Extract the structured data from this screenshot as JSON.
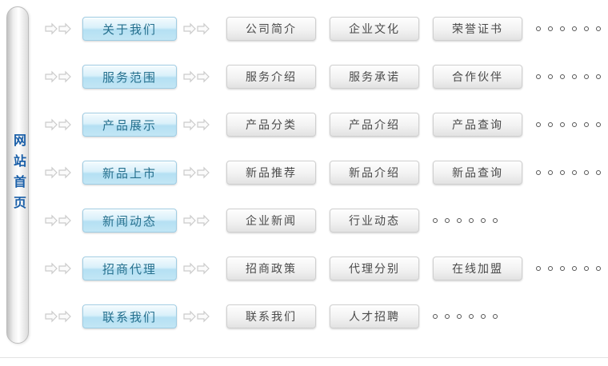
{
  "home": {
    "label": "网站首页"
  },
  "rows": [
    {
      "primary": "关于我们",
      "children": [
        "公司简介",
        "企业文化",
        "荣誉证书"
      ],
      "dots": "。。。。。。"
    },
    {
      "primary": "服务范围",
      "children": [
        "服务介绍",
        "服务承诺",
        "合作伙伴"
      ],
      "dots": "。。。。。。"
    },
    {
      "primary": "产品展示",
      "children": [
        "产品分类",
        "产品介绍",
        "产品查询"
      ],
      "dots": "。。。。。。"
    },
    {
      "primary": "新品上市",
      "children": [
        "新品推荐",
        "新品介绍",
        "新品查询"
      ],
      "dots": "。。。。。。"
    },
    {
      "primary": "新闻动态",
      "children": [
        "企业新闻",
        "行业动态"
      ],
      "dots": "。。。。。。"
    },
    {
      "primary": "招商代理",
      "children": [
        "招商政策",
        "代理分别",
        "在线加盟"
      ],
      "dots": "。。。。。。"
    },
    {
      "primary": "联系我们",
      "children": [
        "联系我们",
        "人才招聘"
      ],
      "dots": "。。。。。。"
    }
  ],
  "colors": {
    "home_text_blue": "#1a5fa8",
    "primary_button_blue": "#c2e6f5",
    "primary_text_teal": "#25708e",
    "secondary_text_gray": "#4a4a4a",
    "arrow_outline_gray": "#cbcbcb"
  }
}
